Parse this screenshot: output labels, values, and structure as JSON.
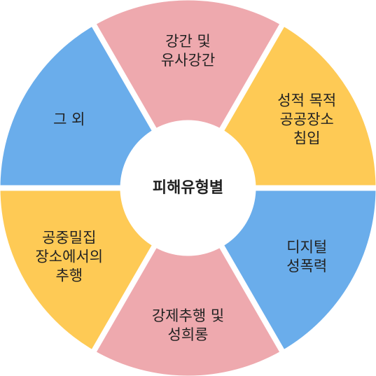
{
  "center": {
    "label": "피해유형별"
  },
  "colors": {
    "pink": "#EEA9AE",
    "yellow": "#FECA55",
    "blue": "#6AADEB",
    "background": "#FFFFFF"
  },
  "segments": [
    {
      "lines": [
        "강간 및",
        "유사강간"
      ],
      "color": "#EEA9AE"
    },
    {
      "lines": [
        "성적 목적",
        "공공장소",
        "침입"
      ],
      "color": "#FECA55"
    },
    {
      "lines": [
        "디지털",
        "성폭력"
      ],
      "color": "#6AADEB"
    },
    {
      "lines": [
        "강제추행 및",
        "성희롱"
      ],
      "color": "#EEA9AE"
    },
    {
      "lines": [
        "공중밀집",
        "장소에서의",
        "추행"
      ],
      "color": "#FECA55"
    },
    {
      "lines": [
        "그 외"
      ],
      "color": "#6AADEB"
    }
  ]
}
